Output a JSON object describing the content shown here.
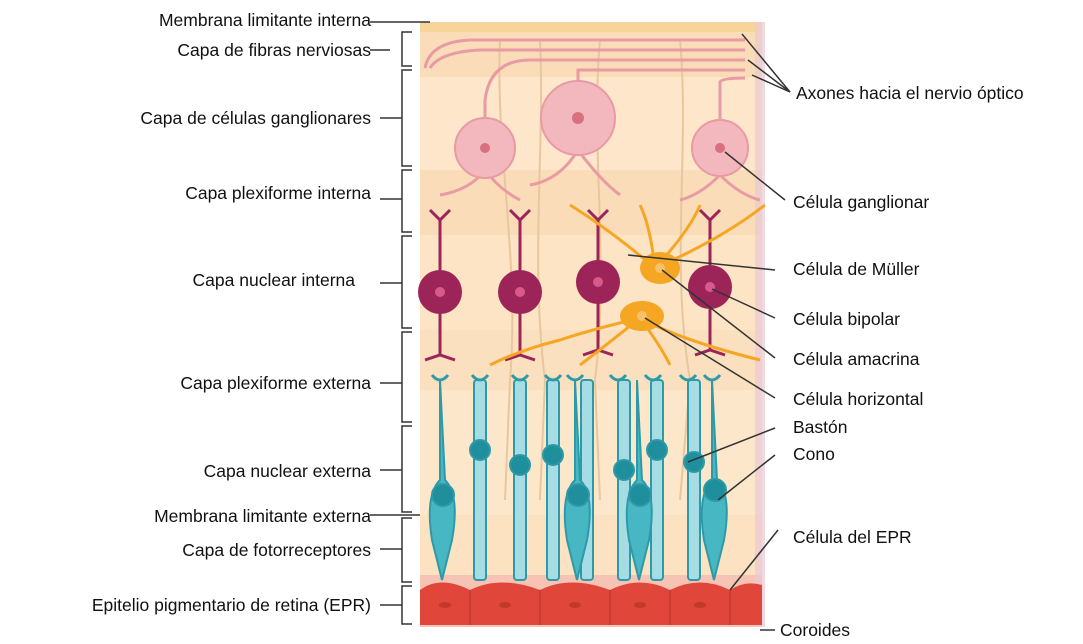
{
  "left_labels": [
    "Membrana limitante interna",
    "Capa de fibras nerviosas",
    "Capa de células ganglionares",
    "Capa plexiforme interna",
    "Capa nuclear interna",
    "Capa plexiforme externa",
    "Capa nuclear externa",
    "Membrana limitante externa",
    "Capa de fotorreceptores",
    "Epitelio pigmentario de retina (EPR)"
  ],
  "right_labels": [
    "Axones hacia el nervio óptico",
    "Célula ganglionar",
    "Célula de Müller",
    "Célula bipolar",
    "Célula amacrina",
    "Célula horizontal",
    "Bastón",
    "Cono",
    "Célula del EPR",
    "Coroides"
  ],
  "colors": {
    "ganglion": "#f2b8bd",
    "bipolar": "#9c2458",
    "amacrine": "#f5a623",
    "photoreceptor": "#47b7c4",
    "epr": "#e0473a",
    "background": "#fde8c8"
  }
}
